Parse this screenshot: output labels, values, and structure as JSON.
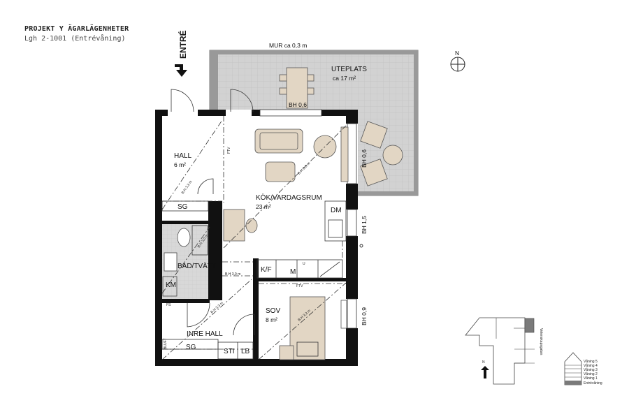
{
  "header": {
    "title": "PROJEKT Y ÄGARLÄGENHETER",
    "subtitle": "Lgh 2-1001 (Entrévåning)"
  },
  "entrance_label": "ENTRÉ",
  "north_label": "N",
  "terrace": {
    "wall_note": "MUR ca 0,3 m",
    "name": "UTEPLATS",
    "area": "ca 17 m²"
  },
  "rooms": {
    "hall": {
      "name": "HALL",
      "area": "6 m²"
    },
    "kitchen_living": {
      "name": "KÖK/VARDAGSRUM",
      "area": "23 m²"
    },
    "bath": {
      "name": "BAD/TVÄTT"
    },
    "bedroom": {
      "name": "SOV",
      "area": "8 m²"
    },
    "inner_hall": {
      "name": "INRE HALL"
    }
  },
  "fixtures": {
    "sg_top": "SG",
    "sg_bottom": "SG",
    "dm": "DM",
    "kf": "K/F",
    "m": "M",
    "u": "U",
    "km": "KM",
    "sti": "STI",
    "lb": "LB",
    "ftv_top": "FTV",
    "ftv_bed": "FTV",
    "fs": "FS",
    "bluft": "BLUFT"
  },
  "window_heights": {
    "top": "BH 0,6",
    "right_terrace": "BH 0,6",
    "right_kitchen": "BH 1,5",
    "right_bedroom": "BH 0,9"
  },
  "diagonal_notes": {
    "hall": "B.H 3,3 m",
    "living": "B.H 3,3 m",
    "bath": "B.H 3,0 m",
    "corridor": "B.H 3,0 m",
    "inner_hall": "B.H 3,3 m",
    "bedroom": "B.H 3,3 m"
  },
  "key_map": {
    "street": "Vetenskapsgatan",
    "north": "N",
    "floors": [
      "Våning 5",
      "Våning 4",
      "Våning 3",
      "Våning 2",
      "Våning 1",
      "Entrévåning"
    ],
    "highlight_color": "#7a7a7a"
  },
  "colors": {
    "terrace": "#d2d2d2",
    "wet_room": "#d8d8d8",
    "furniture": "#e2d6c4",
    "walls": "#111111"
  }
}
